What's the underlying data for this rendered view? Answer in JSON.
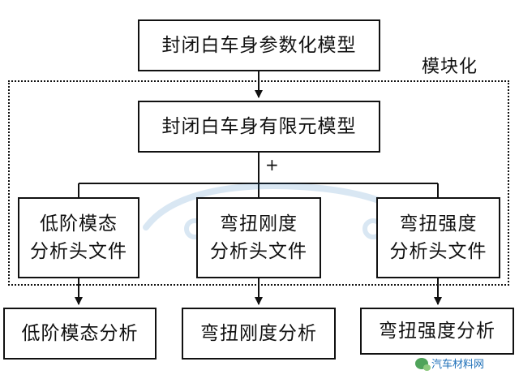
{
  "diagram": {
    "module_label": "模块化",
    "plus_sign": "+",
    "nodes": {
      "parametric_model": {
        "lines": [
          "封闭白车身参数化模型"
        ]
      },
      "fe_model": {
        "lines": [
          "封闭白车身有限元模型"
        ]
      },
      "modal_header": {
        "lines": [
          "低阶模态",
          "分析头文件"
        ]
      },
      "bending_torsion_header": {
        "lines": [
          "弯扭刚度",
          "分析头文件"
        ]
      },
      "strength_header": {
        "lines": [
          "弯扭强度",
          "分析头文件"
        ]
      },
      "modal_analysis": {
        "lines": [
          "低阶模态分析"
        ]
      },
      "bending_torsion_analysis": {
        "lines": [
          "弯扭刚度分析"
        ]
      },
      "strength_analysis": {
        "lines": [
          "弯扭强度分析"
        ]
      }
    }
  },
  "branding": {
    "footer_text": "汽车材料网",
    "footer_icon": "wechat-icon",
    "accent_color": "#1d6fb8"
  }
}
